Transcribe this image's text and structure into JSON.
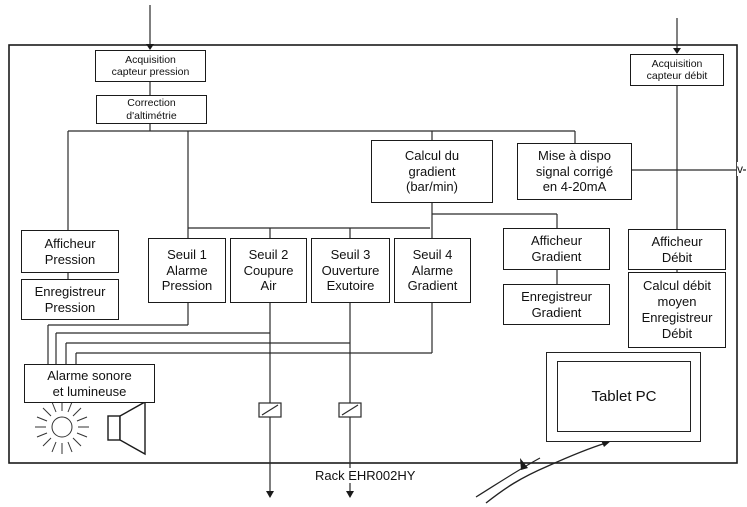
{
  "rack_label": "Rack EHR002HY",
  "tablet_label": "Tablet PC",
  "truncated_mark": "v",
  "boxes": {
    "acq_pression": "Acquisition\ncapteur pression",
    "correction": "Correction\nd'altimétrie",
    "acq_debit": "Acquisition\ncapteur débit",
    "calcul_gradient": "Calcul du\ngradient\n(bar/min)",
    "mise_dispo": "Mise à dispo\nsignal corrigé\nen 4-20mA",
    "afficheur_pression": "Afficheur\nPression",
    "enregistreur_pression": "Enregistreur\nPression",
    "seuil1": "Seuil 1\nAlarme\nPression",
    "seuil2": "Seuil 2\nCoupure\nAir",
    "seuil3": "Seuil 3\nOuverture\nExutoire",
    "seuil4": "Seuil 4\nAlarme\nGradient",
    "afficheur_gradient": "Afficheur\nGradient",
    "enregistreur_gradient": "Enregistreur\nGradient",
    "afficheur_debit": "Afficheur\nDébit",
    "calcul_debit": "Calcul débit\nmoyen\nEnregistreur\nDébit",
    "alarme": "Alarme sonore\net lumineuse"
  },
  "icons": [
    "sun-icon",
    "speaker-icon",
    "relay-icon",
    "arrow-down-icon",
    "cable-icon"
  ]
}
